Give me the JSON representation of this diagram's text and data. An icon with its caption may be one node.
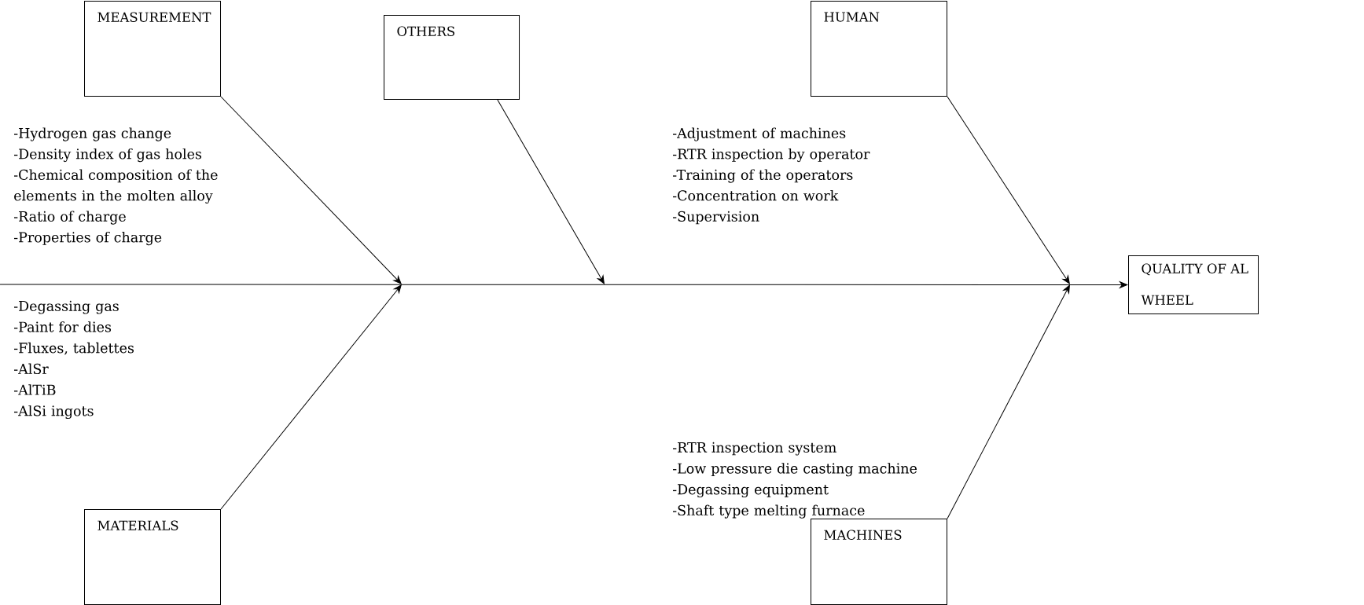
{
  "diagram": {
    "nodes": [
      {
        "text": [
          "MEASUREMENT"
        ]
      },
      {
        "text": [
          "OTHERS"
        ]
      },
      {
        "text": [
          "HUMAN"
        ]
      },
      {
        "text": [
          "QUALITY OF AL WHEEL"
        ]
      },
      {
        "text": [
          "MATERIALS"
        ]
      },
      {
        "text": [
          "MACHINES"
        ]
      }
    ],
    "edges": [
      {
        "from": 0,
        "to": null,
        "arrow": "to"
      },
      {
        "from": 1,
        "to": null,
        "arrow": "to"
      },
      {
        "from": 2,
        "to": null,
        "arrow": "to"
      },
      {
        "from": 4,
        "to": null,
        "arrow": "to"
      },
      {
        "from": 5,
        "to": null,
        "arrow": "to"
      },
      {
        "from": null,
        "to": 3,
        "arrow": "to"
      }
    ],
    "labels": [
      "-Hydrogen gas change",
      "-Density index of gas holes",
      "-Chemical composition of the elements in the molten alloy",
      "-Ratio of charge",
      "-Properties of charge",
      "-Adjustment of machines",
      "-RTR inspection by operator",
      "-Training of the operators",
      "-Concentration on work",
      "-Supervision",
      "-Degassing gas",
      "-Paint for dies",
      "-Fluxes, tablettes",
      "-AlSr",
      "-AlTiB",
      "-AlSi ingots",
      "-RTR inspection system",
      "-Low pressure die casting machine",
      "-Degassing equipment",
      "-Shaft type melting furnace"
    ]
  }
}
